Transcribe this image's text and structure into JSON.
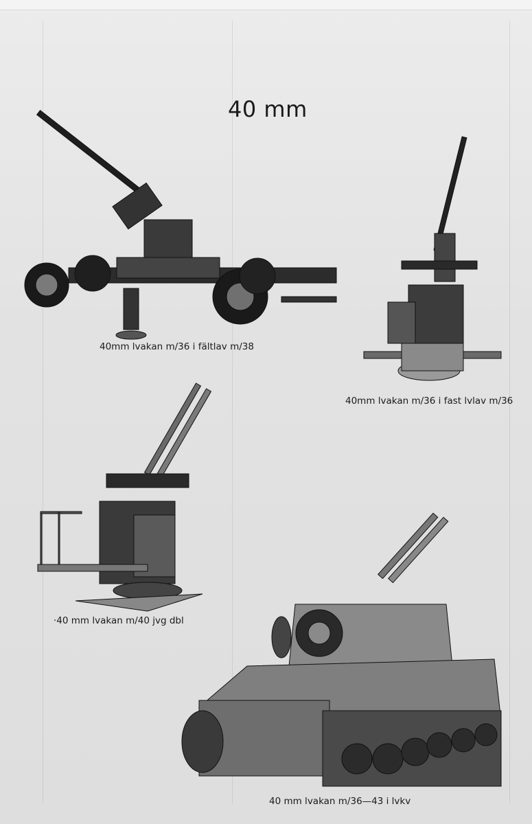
{
  "title": "40 mm",
  "photos": [
    {
      "caption": "40mm lvakan m/36 i fältlav m/38",
      "icon": "towed-anti-aircraft-gun"
    },
    {
      "caption": "40mm lvakan m/36 i fast lvlav m/36",
      "icon": "fixed-mount-anti-aircraft-gun"
    },
    {
      "caption": "·40 mm lvakan m/40 jvg dbl",
      "icon": "twin-anti-aircraft-gun"
    },
    {
      "caption": "40 mm lvakan m/36—43 i lvkv",
      "icon": "anti-aircraft-tank"
    }
  ]
}
